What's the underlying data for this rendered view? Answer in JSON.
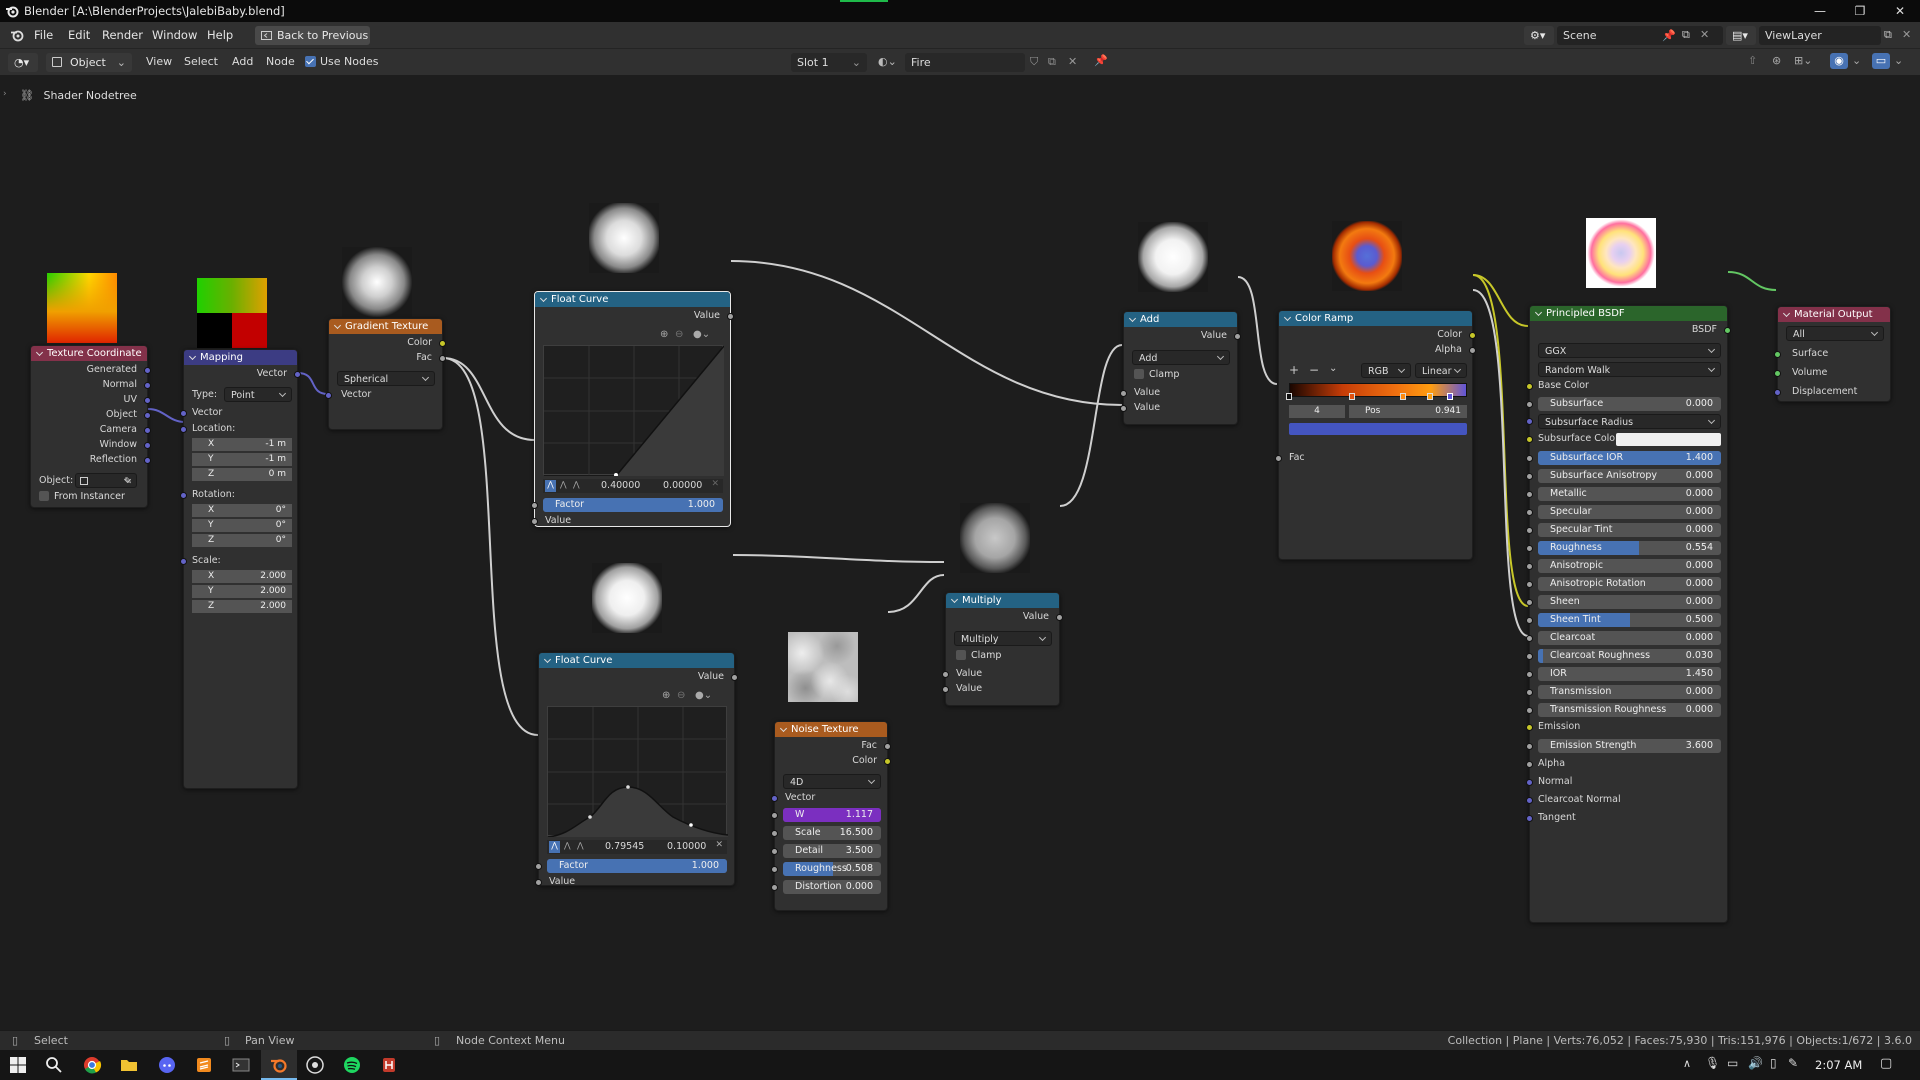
{
  "window": {
    "title": "Blender [A:\\BlenderProjects\\JalebiBaby.blend]"
  },
  "menubar": {
    "items": [
      "File",
      "Edit",
      "Render",
      "Window",
      "Help"
    ],
    "back_button": "Back to Previous",
    "scene": "Scene",
    "view_layer": "ViewLayer"
  },
  "header": {
    "object_mode": "Object",
    "menus": [
      "View",
      "Select",
      "Add",
      "Node"
    ],
    "use_nodes": "Use Nodes",
    "slot": "Slot 1",
    "material": "Fire"
  },
  "breadcrumb": "Shader Nodetree",
  "nodes": {
    "texcoord": {
      "title": "Texture Coordinate",
      "outputs": [
        "Generated",
        "Normal",
        "UV",
        "Object",
        "Camera",
        "Window",
        "Reflection"
      ],
      "object_label": "Object:",
      "from_instancer": "From Instancer"
    },
    "mapping": {
      "title": "Mapping",
      "vector_out": "Vector",
      "type_label": "Type:",
      "type_value": "Point",
      "vector_in": "Vector",
      "location": "Location:",
      "loc": [
        {
          "axis": "X",
          "value": "-1 m"
        },
        {
          "axis": "Y",
          "value": "-1 m"
        },
        {
          "axis": "Z",
          "value": "0 m"
        }
      ],
      "rotation": "Rotation:",
      "rot": [
        {
          "axis": "X",
          "value": "0°"
        },
        {
          "axis": "Y",
          "value": "0°"
        },
        {
          "axis": "Z",
          "value": "0°"
        }
      ],
      "scale": "Scale:",
      "scl": [
        {
          "axis": "X",
          "value": "2.000"
        },
        {
          "axis": "Y",
          "value": "2.000"
        },
        {
          "axis": "Z",
          "value": "2.000"
        }
      ]
    },
    "gradient": {
      "title": "Gradient Texture",
      "out_color": "Color",
      "out_fac": "Fac",
      "type": "Spherical",
      "in_vector": "Vector"
    },
    "curve1": {
      "title": "Float Curve",
      "out": "Value",
      "x": "0.40000",
      "y": "0.00000",
      "factor_label": "Factor",
      "factor": "1.000",
      "factor_fill": 1.0,
      "in_value": "Value"
    },
    "curve2": {
      "title": "Float Curve",
      "out": "Value",
      "x": "0.79545",
      "y": "0.10000",
      "factor_label": "Factor",
      "factor": "1.000",
      "factor_fill": 1.0,
      "in_value": "Value"
    },
    "noise": {
      "title": "Noise Texture",
      "out_fac": "Fac",
      "out_color": "Color",
      "dims": "4D",
      "in_vector": "Vector",
      "fields": [
        {
          "label": "W",
          "value": "1.117",
          "fill": 1.0,
          "purple": true
        },
        {
          "label": "Scale",
          "value": "16.500",
          "fill": 0
        },
        {
          "label": "Detail",
          "value": "3.500",
          "fill": 0
        },
        {
          "label": "Roughness",
          "value": "0.508",
          "fill": 0.508
        },
        {
          "label": "Distortion",
          "value": "0.000",
          "fill": 0
        }
      ]
    },
    "multiply": {
      "title": "Multiply",
      "out": "Value",
      "op": "Multiply",
      "clamp": "Clamp",
      "in1": "Value",
      "in2": "Value"
    },
    "add": {
      "title": "Add",
      "out": "Value",
      "op": "Add",
      "clamp": "Clamp",
      "in1": "Value",
      "in2": "Value"
    },
    "ramp": {
      "title": "Color Ramp",
      "out_color": "Color",
      "out_alpha": "Alpha",
      "mode": "RGB",
      "interp": "Linear",
      "index": "4",
      "pos_label": "Pos",
      "pos": "0.941",
      "in_fac": "Fac"
    },
    "bsdf": {
      "title": "Principled BSDF",
      "out": "BSDF",
      "distribution": "GGX",
      "subsurface_method": "Random Walk",
      "base_color": "Base Color",
      "subsurface_radius": "Subsurface Radius",
      "subsurface_color": "Subsurface Color",
      "sliders": [
        {
          "label": "Subsurface",
          "value": "0.000",
          "fill": 0
        },
        {
          "label": "Subsurface IOR",
          "value": "1.400",
          "fill": 1.0
        },
        {
          "label": "Subsurface Anisotropy",
          "value": "0.000",
          "fill": 0
        },
        {
          "label": "Metallic",
          "value": "0.000",
          "fill": 0
        },
        {
          "label": "Specular",
          "value": "0.000",
          "fill": 0
        },
        {
          "label": "Specular Tint",
          "value": "0.000",
          "fill": 0
        },
        {
          "label": "Roughness",
          "value": "0.554",
          "fill": 0.554
        },
        {
          "label": "Anisotropic",
          "value": "0.000",
          "fill": 0
        },
        {
          "label": "Anisotropic Rotation",
          "value": "0.000",
          "fill": 0
        },
        {
          "label": "Sheen",
          "value": "0.000",
          "fill": 0
        },
        {
          "label": "Sheen Tint",
          "value": "0.500",
          "fill": 0.5
        },
        {
          "label": "Clearcoat",
          "value": "0.000",
          "fill": 0
        },
        {
          "label": "Clearcoat Roughness",
          "value": "0.030",
          "fill": 0.03
        },
        {
          "label": "IOR",
          "value": "1.450",
          "fill": 0
        },
        {
          "label": "Transmission",
          "value": "0.000",
          "fill": 0
        },
        {
          "label": "Transmission Roughness",
          "value": "0.000",
          "fill": 0
        }
      ],
      "emission": "Emission",
      "emission_strength_label": "Emission Strength",
      "emission_strength": "3.600",
      "tail": [
        "Alpha",
        "Normal",
        "Clearcoat Normal",
        "Tangent"
      ]
    },
    "output": {
      "title": "Material Output",
      "target": "All",
      "inputs": [
        "Surface",
        "Volume",
        "Displacement"
      ]
    }
  },
  "status": {
    "select": "Select",
    "pan": "Pan View",
    "context": "Node Context Menu",
    "info": "Collection | Plane | Verts:76,052 | Faces:75,930 | Tris:151,976 | Objects:1/672 | 3.6.0"
  },
  "taskbar": {
    "time": "2:07 AM"
  },
  "colors": {
    "accent": "#4772b3",
    "input_header": "#83314a",
    "vector_header": "#3c3c83",
    "texture_header": "#a95b1f",
    "converter_header": "#246283",
    "shader_header": "#2b652b",
    "socket_float": "#a1a1a1",
    "socket_color": "#c7c729",
    "socket_vector": "#6363c7",
    "socket_shader": "#63c763"
  }
}
